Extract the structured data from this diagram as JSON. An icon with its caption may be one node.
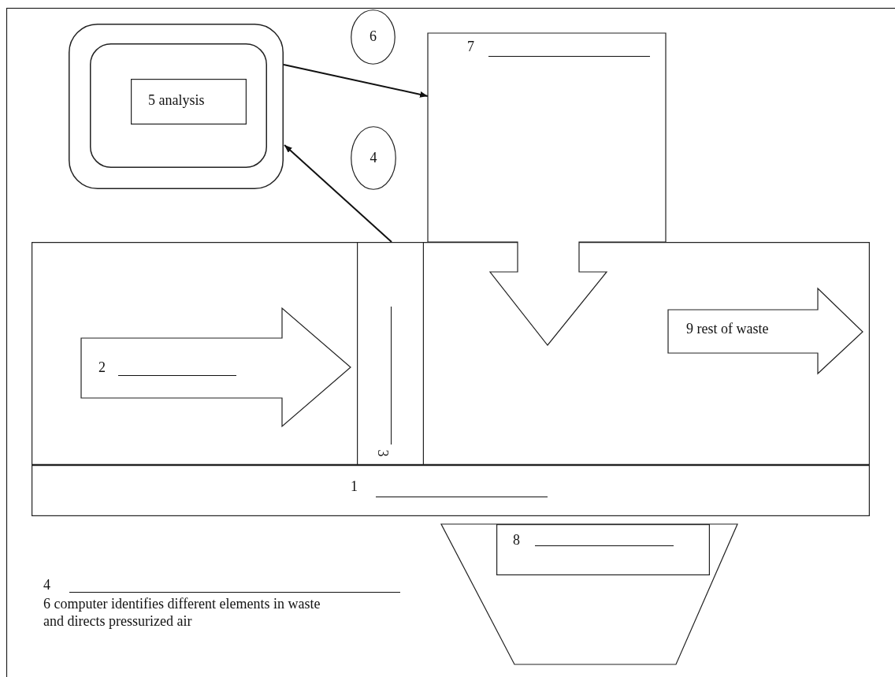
{
  "diagram": {
    "nodes": [
      {
        "text": [],
        "shape": "box"
      },
      {
        "text": [],
        "shape": "box",
        "in": 0
      },
      {
        "text": [
          "5 analysis"
        ],
        "in": 1
      },
      {
        "text": [
          "6"
        ]
      },
      {
        "text": [
          "4"
        ]
      },
      {
        "text": [
          "7"
        ]
      },
      {
        "text": [],
        "shape": "box"
      },
      {
        "text": [
          "2"
        ],
        "in": 6
      },
      {
        "text": [
          "3"
        ],
        "in": 6
      },
      {
        "text": [
          "9  rest of waste"
        ],
        "in": 6
      },
      {
        "text": [
          "1"
        ]
      },
      {
        "text": [],
        "shape": "box"
      },
      {
        "text": [
          "8"
        ],
        "in": 11
      }
    ],
    "edges": [
      {
        "from": 0,
        "to": 5,
        "arrow": "to"
      },
      {
        "from": 8,
        "to": 0,
        "arrow": "to"
      }
    ],
    "labels": [
      "4",
      "6  computer identifies different elements in waste and directs pressurized air"
    ]
  }
}
